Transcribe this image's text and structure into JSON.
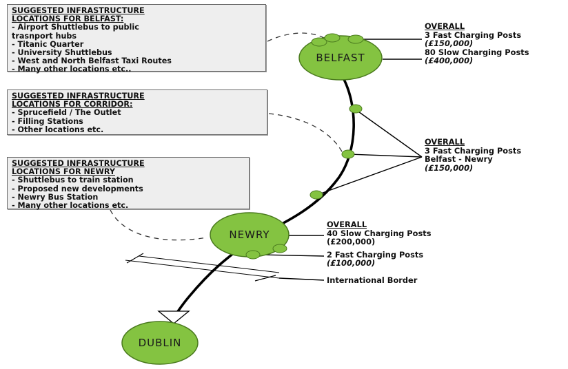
{
  "boxes": {
    "belfast": {
      "title": [
        "SUGGESTED INFRASTRUCTURE",
        "LOCATIONS FOR BELFAST:"
      ],
      "items": [
        "- Airport Shuttlebus to public trasnport hubs",
        "- Titanic Quarter",
        "- University Shuttlebus",
        "- West and North Belfast Taxi Routes",
        "- Many other locations etc.."
      ]
    },
    "corridor": {
      "title": [
        "SUGGESTED INFRASTRUCTURE",
        "LOCATIONS FOR CORRIDOR:"
      ],
      "items": [
        "- Sprucefield / The Outlet",
        "- Filling Stations",
        "- Other locations etc."
      ]
    },
    "newry": {
      "title": [
        "SUGGESTED INFRASTRUCTURE",
        "LOCATIONS FOR NEWRY"
      ],
      "items": [
        "- Shuttlebus to train station",
        "- Proposed new developments",
        "- Newry Bus Station",
        "- Many other locations etc."
      ]
    }
  },
  "nodes": {
    "belfast": "BELFAST",
    "newry": "NEWRY",
    "dublin": "DUBLIN"
  },
  "annotations": {
    "belfast": {
      "heading": "OVERALL",
      "line1": "3 Fast Charging Posts",
      "line1_cost": "(£150,000)",
      "line2": "80 Slow Charging Posts",
      "line2_cost": "(£400,000)"
    },
    "corridor": {
      "heading": "OVERALL",
      "line1": "3 Fast Charging Posts",
      "line2": "Belfast - Newry",
      "line3": "(£150,000)"
    },
    "newry": {
      "heading": "OVERALL",
      "line1": "40 Slow Charging Posts",
      "line1_cost": "(£200,000)",
      "line2": "2 Fast Charging Posts",
      "line2_cost": "(£100,000)"
    },
    "border": "International Border"
  },
  "colors": {
    "node_fill": "#84c341",
    "node_stroke": "#4a7a1e",
    "route": "#000000",
    "box_bg": "#eeeeee"
  }
}
